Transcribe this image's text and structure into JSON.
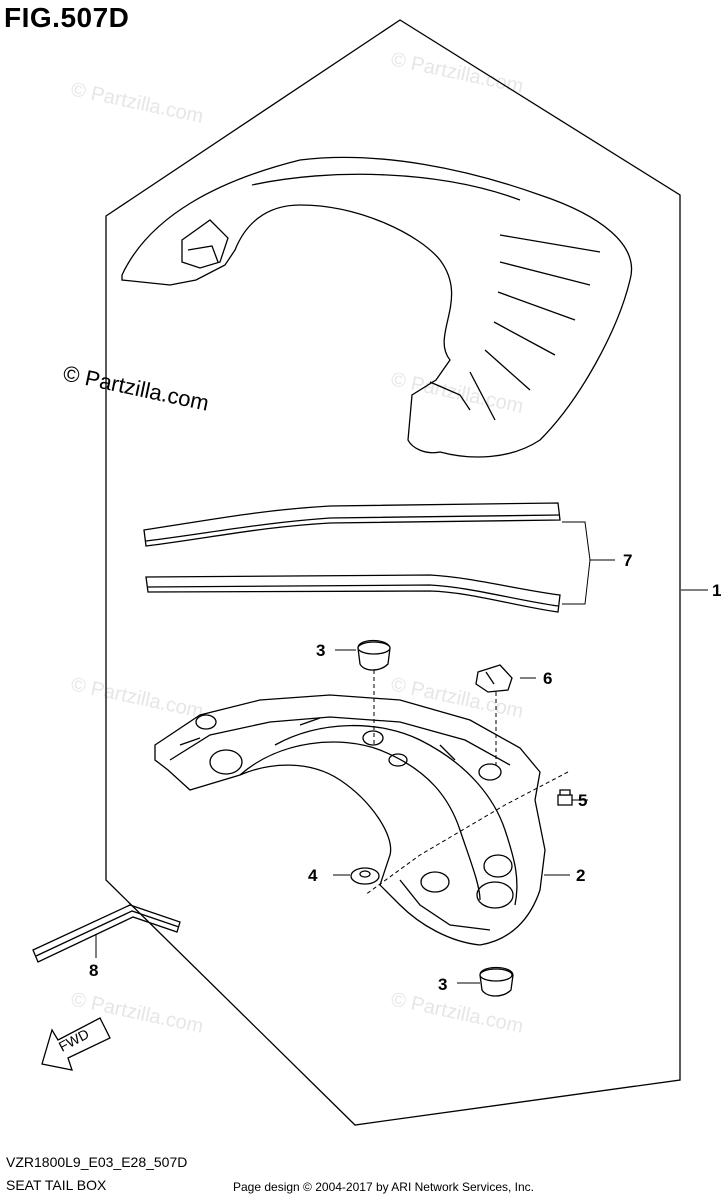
{
  "figure": {
    "title": "FIG.507D"
  },
  "watermark": {
    "text": "© Partzilla.com",
    "prominent_text": "© Partzilla.com"
  },
  "callouts": {
    "c1": "1",
    "c2": "2",
    "c3a": "3",
    "c3b": "3",
    "c4": "4",
    "c5": "5",
    "c6": "6",
    "c7": "7",
    "c8": "8"
  },
  "fwd_label": "FWD",
  "footer": {
    "model_code": "VZR1800L9_E03_E28_507D",
    "section_name": "SEAT TAIL BOX",
    "credit": "Page design © 2004-2017 by ARI Network Services, Inc."
  },
  "colors": {
    "line": "#000000",
    "watermark": "#e6e6e6",
    "background": "#ffffff"
  }
}
